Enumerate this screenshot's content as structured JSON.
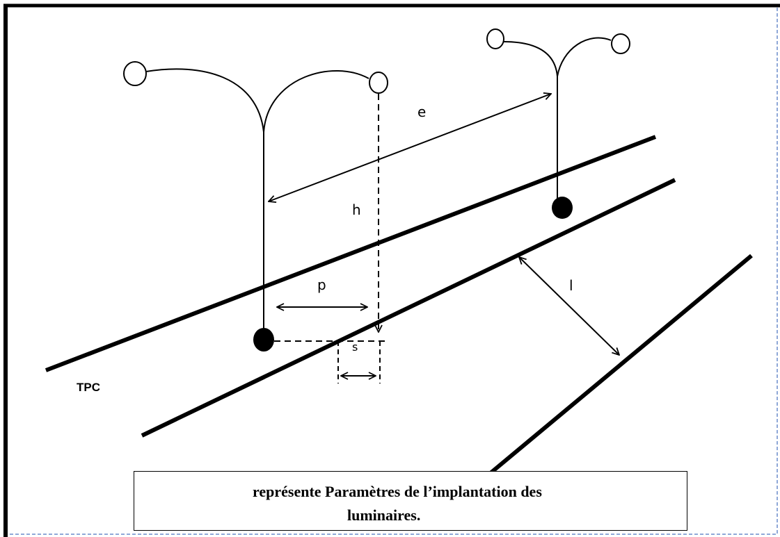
{
  "labels": {
    "e": "e",
    "h": "h",
    "p": "p",
    "s": "s",
    "l": "l",
    "tpc": "TPC"
  },
  "caption": {
    "line1": "représente Paramètres de l’implantation des",
    "line2": "luminaires."
  },
  "colors": {
    "ink": "#000000",
    "frame_dash": "#8fa8d8",
    "background": "#ffffff"
  }
}
